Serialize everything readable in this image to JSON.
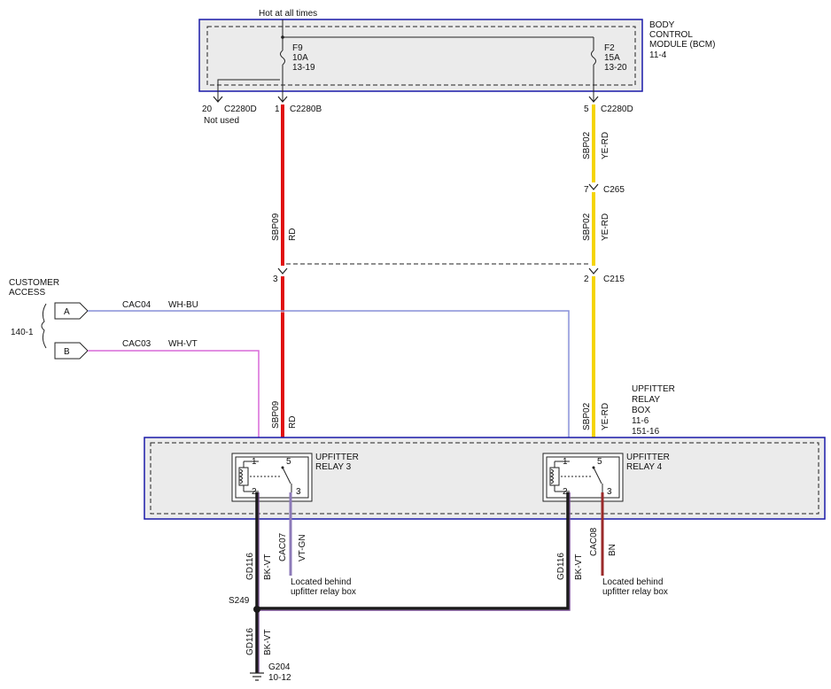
{
  "supply": {
    "label": "Hot at all times"
  },
  "bcm": {
    "name_lines": [
      "BODY",
      "CONTROL",
      "MODULE (BCM)",
      "11-4"
    ]
  },
  "fuses": [
    {
      "lines": [
        "F9",
        "10A",
        "13-19"
      ]
    },
    {
      "lines": [
        "F2",
        "15A",
        "13-20"
      ]
    }
  ],
  "pins": {
    "p20": "20",
    "p1": "1",
    "p5": "5",
    "p7": "7",
    "p3": "3",
    "p2": "2",
    "r3_1": "1",
    "r3_2": "2",
    "r3_3": "3",
    "r3_5": "5",
    "r4_1": "1",
    "r4_2": "2",
    "r4_3": "3",
    "r4_5": "5"
  },
  "connectors": {
    "c2280d_a": "C2280D",
    "c2280b": "C2280B",
    "c2280d_b": "C2280D",
    "c265": "C265",
    "c215": "C215"
  },
  "not_used": "Not used",
  "customer_access": {
    "lines": [
      "CUSTOMER",
      "ACCESS"
    ],
    "ref": "140-1",
    "pin_a": "A",
    "pin_b": "B"
  },
  "circuits": {
    "cac04": "CAC04",
    "wh_bu": "WH-BU",
    "cac03": "CAC03",
    "wh_vt": "WH-VT",
    "sbp09": "SBP09",
    "rd": "RD",
    "sbp02": "SBP02",
    "ye_rd": "YE-RD",
    "gd116": "GD116",
    "bk_vt": "BK-VT",
    "cac07": "CAC07",
    "vt_gn": "VT-GN",
    "cac08": "CAC08",
    "bn": "BN"
  },
  "relay_box": {
    "lines": [
      "UPFITTER",
      "RELAY",
      "BOX",
      "11-6",
      "151-16"
    ]
  },
  "relay3": {
    "lines": [
      "UPFITTER",
      "RELAY 3"
    ]
  },
  "relay4": {
    "lines": [
      "UPFITTER",
      "RELAY 4"
    ]
  },
  "located_note": {
    "lines": [
      "Located behind",
      "upfitter relay box"
    ]
  },
  "splice": {
    "label": "S249"
  },
  "ground": {
    "lines": [
      "G204",
      "10-12"
    ]
  },
  "colors": {
    "module_border": "#1a1aa8",
    "module_fill": "#ebebeb",
    "red": "#e01010",
    "yellow": "#f5d400",
    "blue": "#8890d8",
    "pink": "#d86ad8",
    "violet": "#7a4a9a",
    "violet_green": "#8c7ab8",
    "brown": "#9a2a2a"
  }
}
